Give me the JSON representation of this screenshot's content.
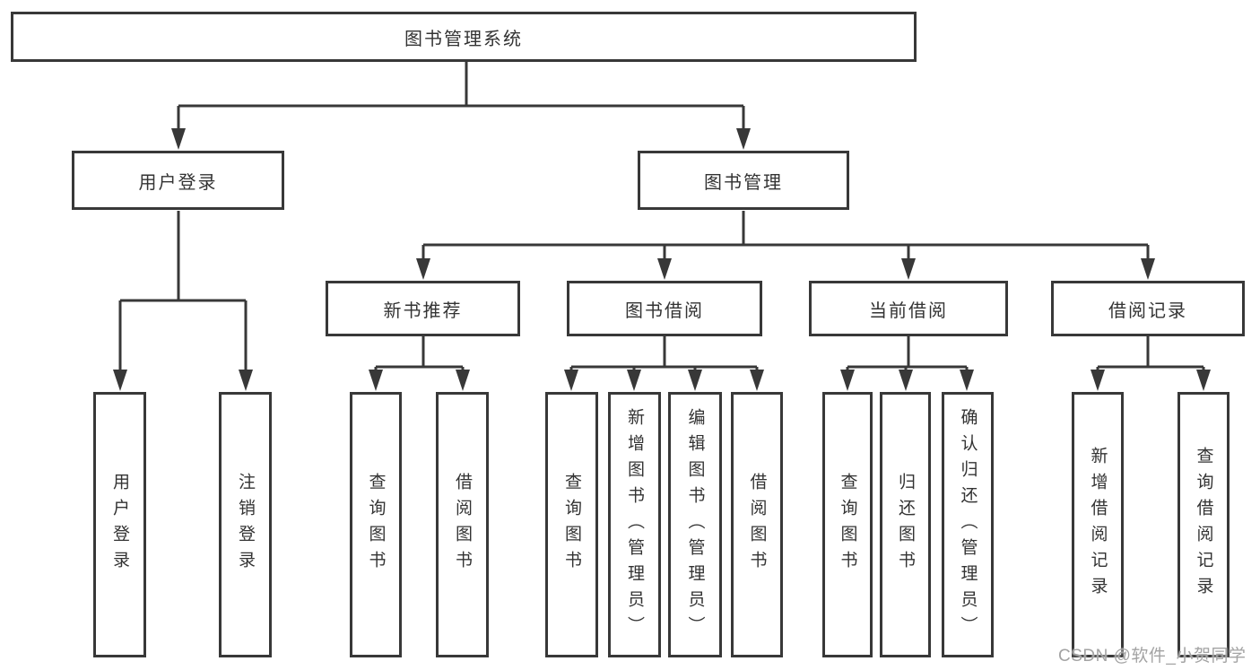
{
  "diagram": {
    "type": "hierarchy-tree",
    "nodes": {
      "root": "图书管理系统",
      "branch_user_login": "用户登录",
      "branch_book_mgmt": "图书管理",
      "module_new_book_rec": "新书推荐",
      "module_book_borrow": "图书借阅",
      "module_current_borrow": "当前借阅",
      "module_borrow_records": "借阅记录",
      "leaf_user_login": "用户登录",
      "leaf_logout": "注销登录",
      "leaf_newrec_query_books": "查询图书",
      "leaf_newrec_borrow_books": "借阅图书",
      "leaf_borrow_query_books": "查询图书",
      "leaf_borrow_add_books": "新增图书（管理员）",
      "leaf_borrow_edit_books": "编辑图书（管理员）",
      "leaf_borrow_borrow_books": "借阅图书",
      "leaf_current_query_books": "查询图书",
      "leaf_current_return_books": "归还图书",
      "leaf_current_confirm_return": "确认归还（管理员）",
      "leaf_records_add_record": "新增借阅记录",
      "leaf_records_query_record": "查询借阅记录"
    },
    "edges": [
      [
        "图书管理系统",
        "用户登录"
      ],
      [
        "图书管理系统",
        "图书管理"
      ],
      [
        "用户登录",
        "用户登录"
      ],
      [
        "用户登录",
        "注销登录"
      ],
      [
        "图书管理",
        "新书推荐"
      ],
      [
        "图书管理",
        "图书借阅"
      ],
      [
        "图书管理",
        "当前借阅"
      ],
      [
        "图书管理",
        "借阅记录"
      ],
      [
        "新书推荐",
        "查询图书"
      ],
      [
        "新书推荐",
        "借阅图书"
      ],
      [
        "图书借阅",
        "查询图书"
      ],
      [
        "图书借阅",
        "新增图书（管理员）"
      ],
      [
        "图书借阅",
        "编辑图书（管理员）"
      ],
      [
        "图书借阅",
        "借阅图书"
      ],
      [
        "当前借阅",
        "查询图书"
      ],
      [
        "当前借阅",
        "归还图书"
      ],
      [
        "当前借阅",
        "确认归还（管理员）"
      ],
      [
        "借阅记录",
        "新增借阅记录"
      ],
      [
        "借阅记录",
        "查询借阅记录"
      ]
    ],
    "colors": {
      "line": "#383838",
      "box_border": "#383838",
      "box_fill": "#ffffff",
      "text": "#333333",
      "background": "#ffffff",
      "watermark": "#a3a3a3"
    }
  },
  "watermark": "CSDN @软件_小贺同学"
}
